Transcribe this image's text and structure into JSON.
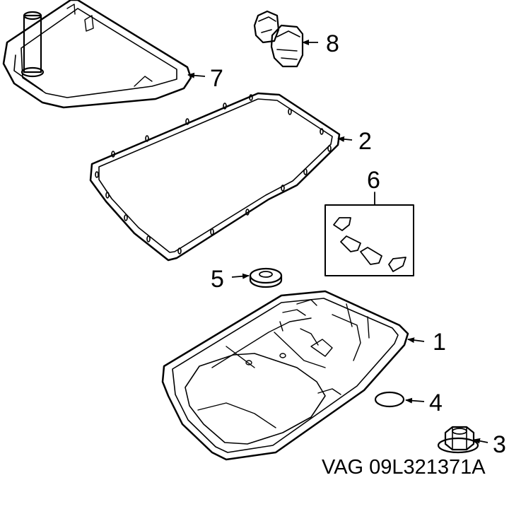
{
  "diagram": {
    "callouts": {
      "c1": "1",
      "c2": "2",
      "c3": "3",
      "c4": "4",
      "c5": "5",
      "c6": "6",
      "c7": "7",
      "c8": "8"
    },
    "part_number_caption": "VAG 09L321371A"
  },
  "colors": {
    "line": "#000000",
    "part_fill": "#ffffff"
  }
}
